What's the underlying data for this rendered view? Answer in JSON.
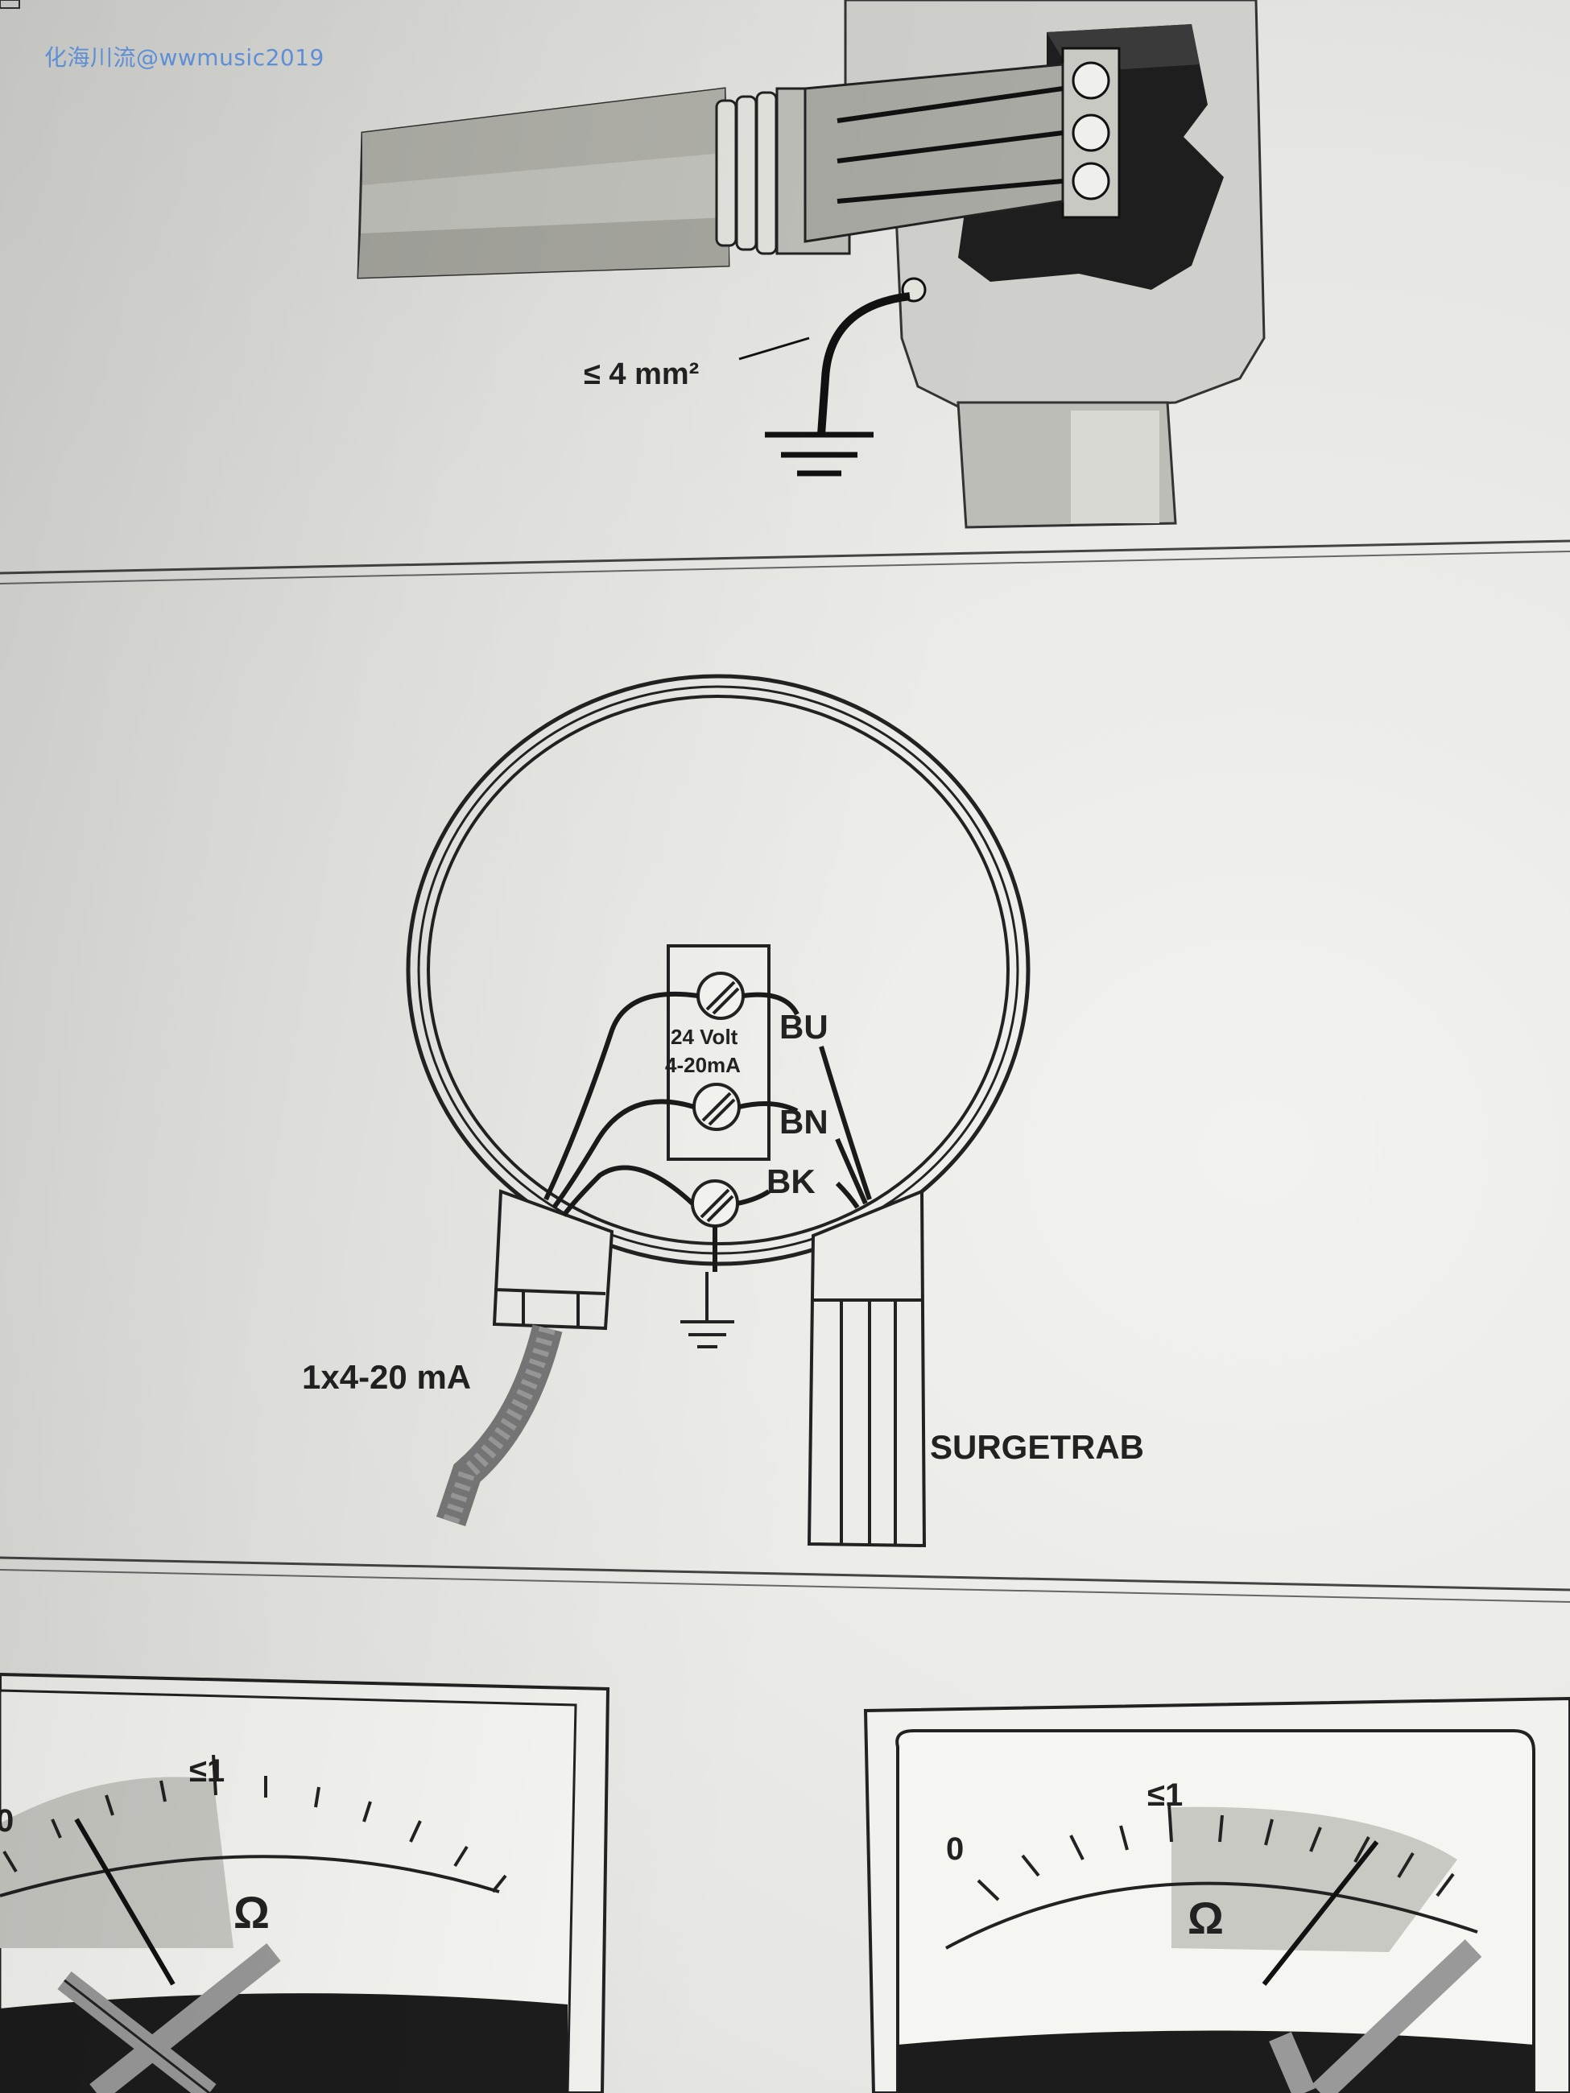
{
  "watermark": "化海川流@wwmusic2019",
  "earth_note": "≤ 4 mm²",
  "wiring": {
    "terminal_label_line1": "24 Volt",
    "terminal_label_line2": "4-20mA",
    "wire_bu": "BU",
    "wire_bn": "BN",
    "wire_bk": "BK",
    "cable_label": "1x4-20 mA",
    "device_label": "SURGETRAB"
  },
  "meters": {
    "left": {
      "zero": "0",
      "threshold": "≤1",
      "unit": "Ω"
    },
    "right": {
      "zero": "0",
      "threshold": "≤1",
      "unit": "Ω"
    }
  }
}
